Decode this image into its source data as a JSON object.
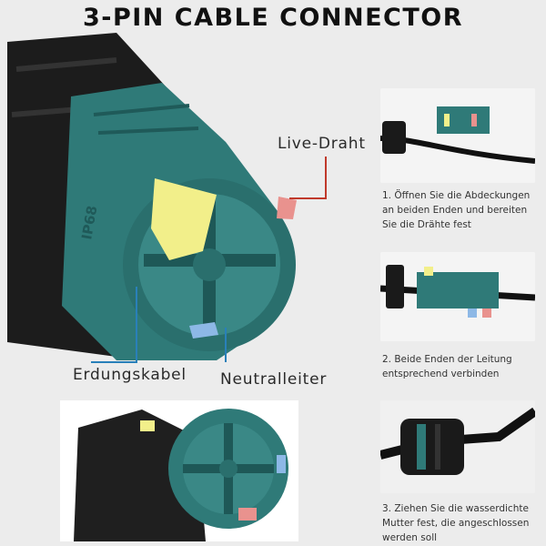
{
  "title": "3-PIN CABLE CONNECTOR",
  "labels": {
    "live": "Live-Draht",
    "earth": "Erdungskabel",
    "neutral": "Neutralleiter"
  },
  "housing_marking": "IP68",
  "steps": [
    {
      "text": "1. Öffnen Sie die Abdeckungen an beiden Enden und bereiten Sie die Drähte fest"
    },
    {
      "text": "2. Beide Enden der Leitung entsprechend verbinden"
    },
    {
      "text": "3. Ziehen Sie die wasserdichte Mutter fest, die angeschlossen werden soll"
    }
  ],
  "colors": {
    "teal": "#2f7a78",
    "teal_dark": "#1f5a59",
    "black": "#1a1a1a",
    "live": "#e9928e",
    "earth": "#f2ef8a",
    "neutral": "#8db8e6"
  }
}
